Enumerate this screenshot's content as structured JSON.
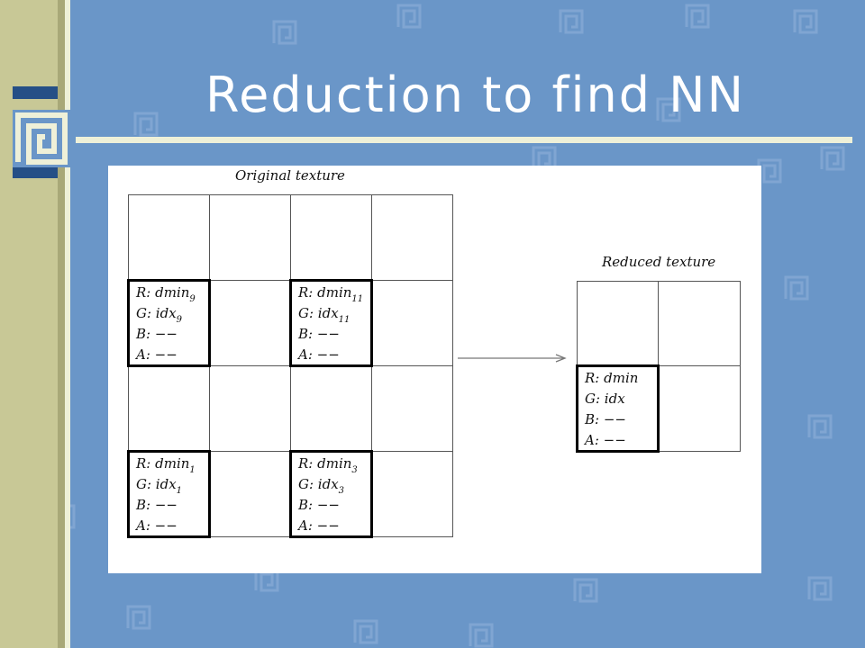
{
  "slide": {
    "title": "Reduction to find NN"
  },
  "figure": {
    "original_label": "Original texture",
    "reduced_label": "Reduced texture",
    "original_cells": [
      {
        "r_label": "R: dmin",
        "r_sub": "9",
        "g_label": "G: idx",
        "g_sub": "9",
        "b_line": "B: −−",
        "a_line": "A: −−"
      },
      {
        "r_label": "R: dmin",
        "r_sub": "11",
        "g_label": "G: idx",
        "g_sub": "11",
        "b_line": "B: −−",
        "a_line": "A: −−"
      },
      {
        "r_label": "R: dmin",
        "r_sub": "1",
        "g_label": "G: idx",
        "g_sub": "1",
        "b_line": "B: −−",
        "a_line": "A: −−"
      },
      {
        "r_label": "R: dmin",
        "r_sub": "3",
        "g_label": "G: idx",
        "g_sub": "3",
        "b_line": "B: −−",
        "a_line": "A: −−"
      }
    ],
    "reduced_cell": {
      "r_line": "R: dmin",
      "g_line": "G: idx",
      "b_line": "B: −−",
      "a_line": "A: −−"
    }
  },
  "theme": {
    "background": "#6a96c8",
    "strip": "#c8c896",
    "accent_dark": "#254f86",
    "line": "#eef0d8"
  }
}
